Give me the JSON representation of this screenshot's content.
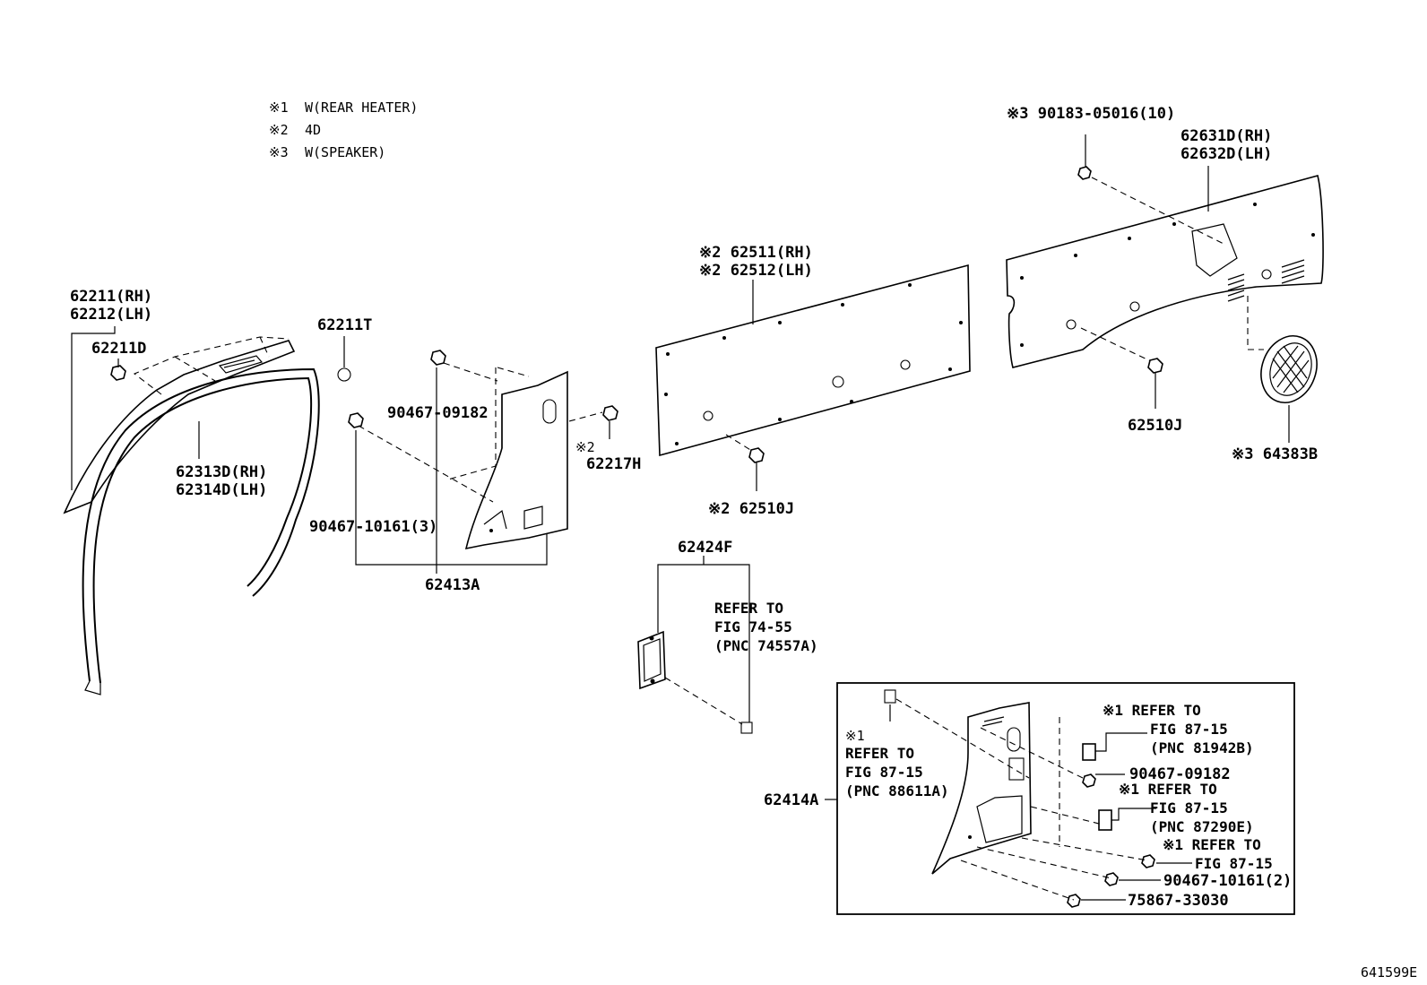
{
  "legend": [
    {
      "mark": "※1",
      "text": "W(REAR HEATER)"
    },
    {
      "mark": "※2",
      "text": "4D"
    },
    {
      "mark": "※3",
      "text": "W(SPEAKER)"
    }
  ],
  "labels": {
    "p62211_rh": "62211(RH)",
    "p62212_lh": "62212(LH)",
    "p62211d": "62211D",
    "p62211t": "62211T",
    "p62313d_rh": "62313D(RH)",
    "p62314d_lh": "62314D(LH)",
    "p90467_09182": "90467-09182",
    "p90467_10161_3": "90467-10161(3)",
    "p62413a": "62413A",
    "p62217h_mark": "※2",
    "p62217h": "62217H",
    "p62511_rh": "※2 62511(RH)",
    "p62512_lh": "※2 62512(LH)",
    "p62510j_a": "※2 62510J",
    "p62424f": "62424F",
    "ref1_a": "REFER TO",
    "ref1_b": "FIG 74-55",
    "ref1_c": "(PNC 74557A)",
    "p90183": "※3 90183-05016(10)",
    "p62631d_rh": "62631D(RH)",
    "p62632d_lh": "62632D(LH)",
    "p62510j_b": "62510J",
    "p64383b": "※3 64383B",
    "p62414a": "62414A",
    "box_ref_l_mark": "※1",
    "box_ref_l_a": "REFER TO",
    "box_ref_l_b": "FIG 87-15",
    "box_ref_l_c": "(PNC 88611A)",
    "box_ref_r1_a": "※1 REFER TO",
    "box_ref_r1_b": "FIG 87-15",
    "box_ref_r1_c": "(PNC 81942B)",
    "box_90467_09182": "90467-09182",
    "box_ref_r2_a": "※1 REFER TO",
    "box_ref_r2_b": "FIG 87-15",
    "box_ref_r2_c": "(PNC 87290E)",
    "box_ref_r3_a": "※1 REFER TO",
    "box_ref_r3_b": "FIG 87-15",
    "box_90467_10161_2": "90467-10161(2)",
    "box_75867": "75867-33030",
    "diagram_id": "641599E"
  }
}
